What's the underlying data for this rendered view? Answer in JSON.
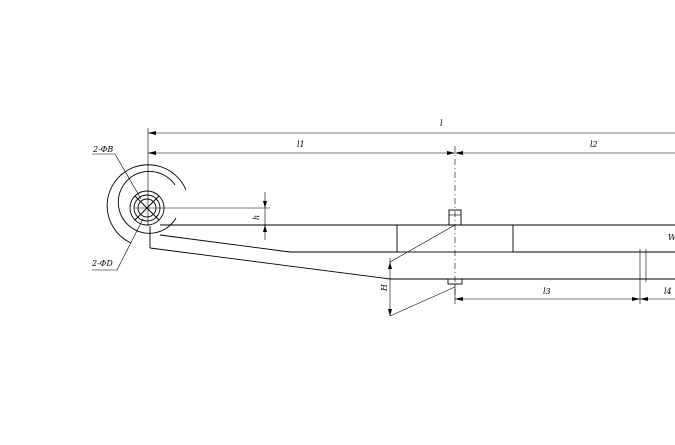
{
  "drawing": {
    "labels": {
      "L": "l",
      "L1": "l1",
      "L2": "l2",
      "dia_top": "2-ΦB",
      "dia_bottom": "2-ΦD",
      "eye_height": "h",
      "leaf_stack": "H",
      "L3": "l3",
      "L4": "l4",
      "right_edge": "W"
    },
    "colors": {
      "line": "#000000",
      "background": "#ffffff"
    }
  }
}
